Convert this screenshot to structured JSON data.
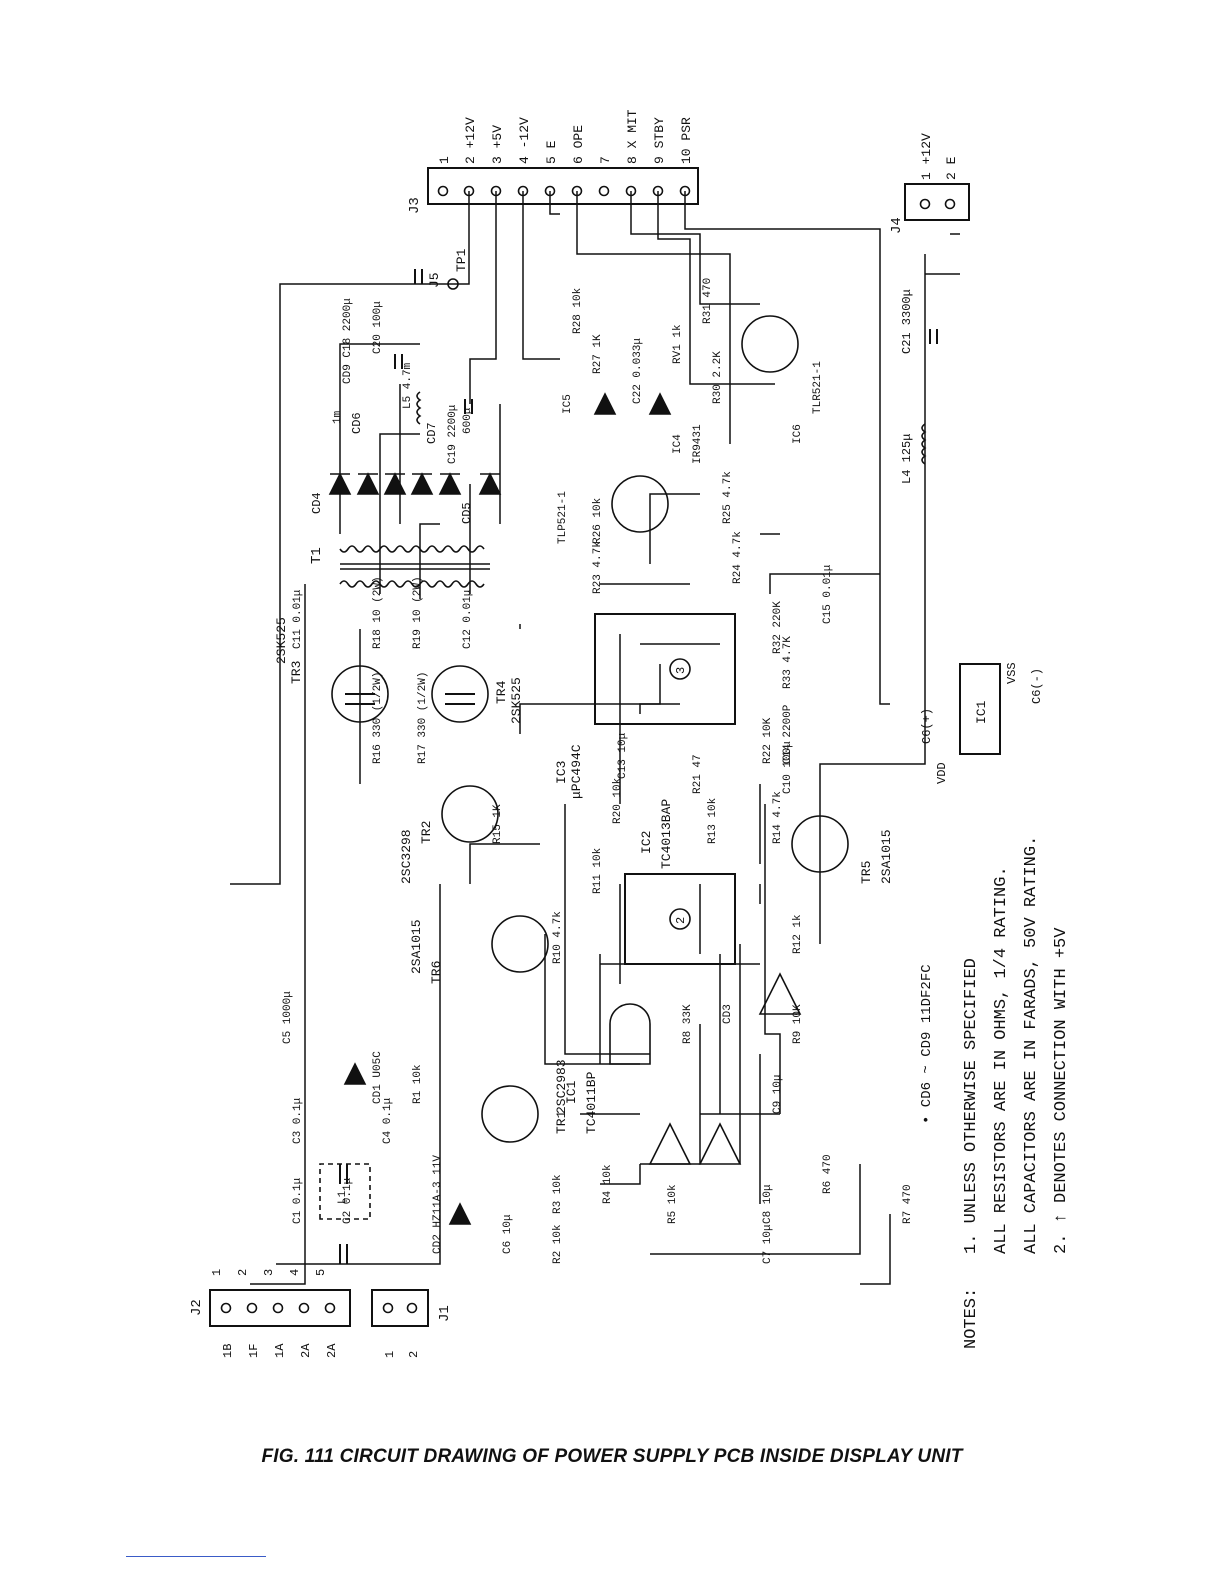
{
  "caption": "FIG. 111 CIRCUIT DRAWING OF POWER SUPPLY PCB INSIDE DISPLAY UNIT",
  "connectors": {
    "J3": {
      "ref": "J3",
      "pins": [
        "1",
        "2 +12V",
        "3 +5V",
        "4 -12V",
        "5 E",
        "6 OPE",
        "7",
        "8 X MIT",
        "9 STBY",
        "10 PSR"
      ]
    },
    "J4": {
      "ref": "J4",
      "pins": [
        "1 +12V",
        "2 E"
      ]
    },
    "J2": {
      "ref": "J2",
      "pin_numbers": [
        "1",
        "2",
        "3",
        "4",
        "5"
      ],
      "pin_labels": [
        "1B",
        "1F",
        "1A",
        "2A",
        "2A"
      ]
    },
    "J1": {
      "ref": "J1",
      "pin_numbers": [
        "1",
        "2"
      ],
      "pin_labels": [
        "1",
        "2"
      ]
    },
    "J5": {
      "ref": "J5",
      "label": "TP1"
    }
  },
  "components": {
    "TR3": "TR3",
    "TR3_part": "2SK525",
    "TR4": "TR4",
    "TR4_part": "2SK525",
    "TR2": "TR2",
    "TR2_part": "2SC3298",
    "TR5": "TR5",
    "TR5_part": "2SA1015",
    "TR6": "TR6",
    "TR6_part": "2SA1015",
    "TR1": "TR1",
    "TR1_part": "2SC2983",
    "T1": "T1",
    "IC1": "IC1",
    "IC1_part": "TC4011BP",
    "IC2": "IC2",
    "IC2_part": "TC4013BAP",
    "IC3": "IC3",
    "IC3_part": "μPC494C",
    "IC4": "IC4",
    "IC4_part": "IR9431",
    "IC5": "IC5",
    "IC5_part": "TLP521-1",
    "IC6": "IC6",
    "IC6_part": "TLR521-1",
    "C11": "C11 0.01μ",
    "C12": "C12 0.01μ",
    "R18": "R18 10 (2W)",
    "R19": "R19 10 (2W)",
    "R16": "R16 330 (1/2W)",
    "R17": "R17 330 (1/2W)",
    "R15": "R15 1K",
    "R13": "R13 10k",
    "R14": "R14 4.7k",
    "R10": "R10 4.7k",
    "R11": "R11 10k",
    "R12": "R12 1k",
    "R23": "R23 4.7k",
    "R26": "R26 10k",
    "R25": "R25 4.7k",
    "R24": "R24 4.7k",
    "R32": "R32 220K",
    "R33": "R33 4.7K",
    "C15": "C15 0.01μ",
    "R22": "R22 10K",
    "C14": "C14 2200P",
    "C10": "C10 100μ",
    "R20": "R20 10k",
    "C13": "C13 10μ",
    "R21": "R21 47",
    "R27": "R27 1K",
    "R28": "R28 10k",
    "RV1": "RV1 1k",
    "C22": "C22 0.033μ",
    "R30": "R30 2.2K",
    "R31": "R31 470",
    "C9": "C9 10μ",
    "R8": "R8 33K",
    "CD3": "CD3",
    "R9": "R9 10K",
    "C5": "C5 1000μ",
    "CD1": "CD1 U05C",
    "R1": "R1 10k",
    "C3": "C3 0.1μ",
    "C4": "C4 0.1μ",
    "C1": "C1 0.1μ",
    "C2": "C2 0.1μ",
    "L1": "L1",
    "CD2": "CD2 HZ11A-3 11V",
    "C6": "C6 10μ",
    "R2": "R2 10k",
    "R3": "R3 10k",
    "R4": "R4 10k",
    "R5": "R5 10k",
    "C7": "C7 10μ",
    "C8": "C8 10μ",
    "R6": "R6 470",
    "R7": "R7 470",
    "CD4": "CD4",
    "CD5": "CD5",
    "CD6": "CD6",
    "CD7": "CD7",
    "L5": "L5 4.7m",
    "L_cd6": "1m",
    "C18": "CD9 C18 2200μ",
    "C19": "C19 2200μ",
    "C19b": "600μ",
    "C20": "C20 100μ",
    "L4": "L4 125μ",
    "C21": "C21 3300μ",
    "VDD": "VDD",
    "VSS": "VSS",
    "C6plus": "C6(+)",
    "C6minus": "C6(-)",
    "cd_note": "• CD6 ~ CD9   11DF2FC"
  },
  "notes": {
    "heading": "NOTES:",
    "line1": "1. UNLESS OTHERWISE SPECIFIED",
    "line2": "ALL RESISTORS ARE IN OHMS, 1/4 RATING.",
    "line3": "ALL CAPACITORS ARE IN FARADS, 50V RATING.",
    "line4": "2. ↑ DENOTES CONNECTION WITH +5V"
  }
}
